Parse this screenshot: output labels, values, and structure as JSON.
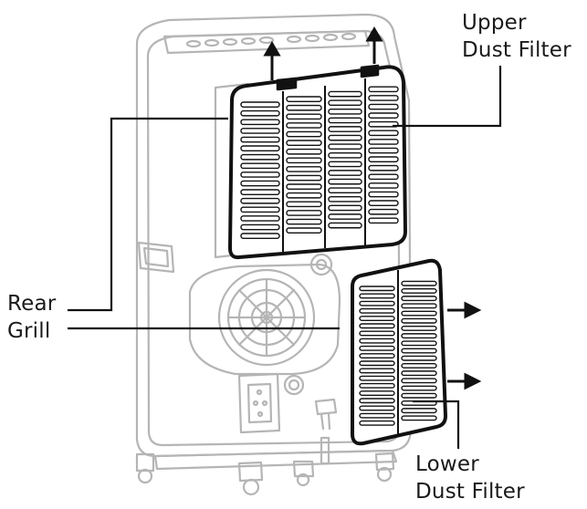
{
  "labels": {
    "upper_filter": [
      "Upper",
      "Dust Filter"
    ],
    "rear_grill": [
      "Rear",
      "Grill"
    ],
    "lower_filter": [
      "Lower",
      "Dust Filter"
    ]
  },
  "colors": {
    "unit_outline": "#b5b5b5",
    "filter_outline": "#111111",
    "leader_line": "#111111",
    "text": "#1a1a1a"
  }
}
